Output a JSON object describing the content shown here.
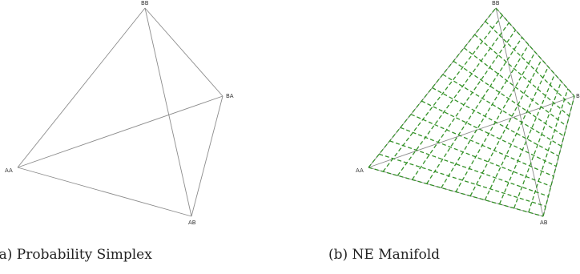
{
  "panels": [
    {
      "caption": "(a) Probability Simplex",
      "vertex_labels": [
        "AA",
        "AB",
        "BA",
        "BB"
      ]
    },
    {
      "caption": "(b) NE Manifold",
      "vertex_labels": [
        "AA",
        "AB",
        "B",
        "BB"
      ],
      "manifold_color": "#2a8c1e"
    }
  ],
  "colors": {
    "edge": "#8c8c8c",
    "manifold": "#2a8c1e",
    "text": "#222222"
  }
}
